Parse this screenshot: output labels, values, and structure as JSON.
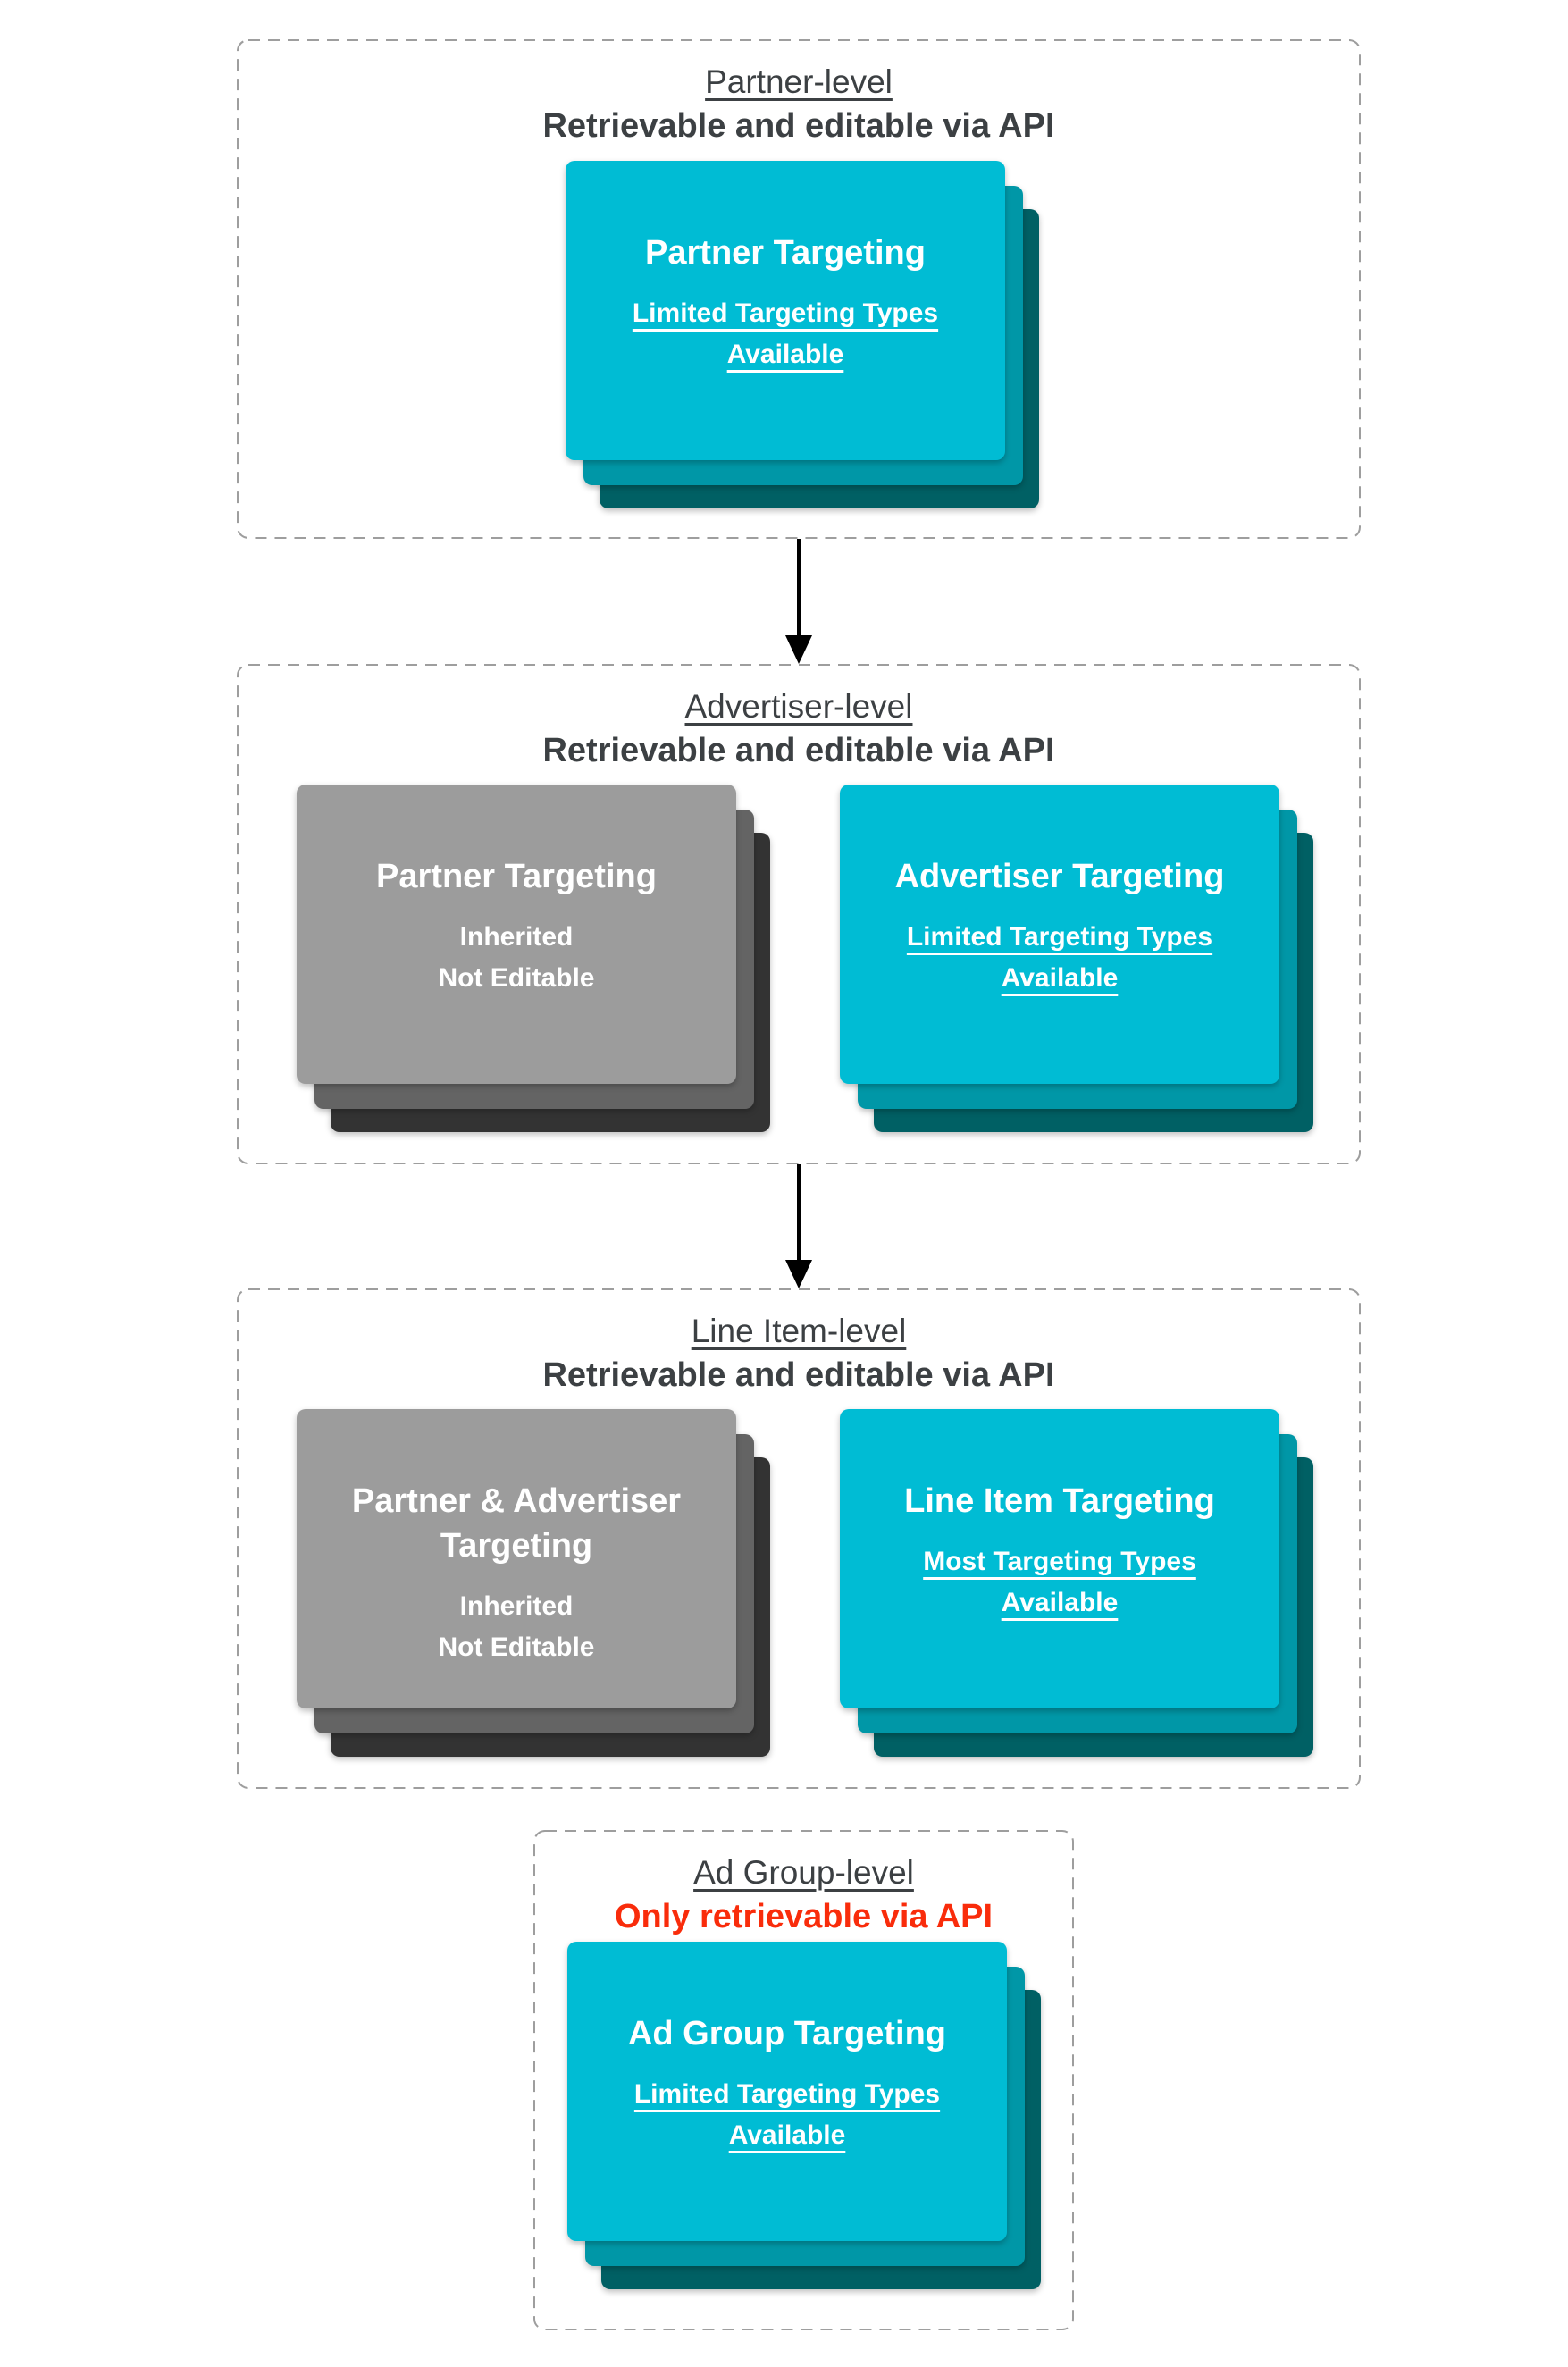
{
  "colors": {
    "teal_front": "#00BCD4",
    "teal_mid": "#0097A7",
    "teal_back": "#006064",
    "gray_front": "#9C9C9C",
    "gray_mid": "#646464",
    "gray_back": "#333333",
    "heading_text": "#3C4043",
    "subtitle_red": "#F92C0B",
    "dashed_border": "#9E9E9E",
    "arrow": "#000000",
    "card_text": "#FFFFFF"
  },
  "sections": [
    {
      "title": "Partner-level",
      "subtitle": "Retrievable and editable via API",
      "cards": [
        {
          "variant": "teal",
          "title_lines": [
            "Partner Targeting"
          ],
          "body_lines": [
            "Limited Targeting Types",
            "Available"
          ],
          "body_underline": true
        }
      ]
    },
    {
      "title": "Advertiser-level",
      "subtitle": "Retrievable and editable via API",
      "cards": [
        {
          "variant": "gray",
          "title_lines": [
            "Partner Targeting"
          ],
          "body_lines": [
            "Inherited",
            "Not Editable"
          ],
          "body_underline": false
        },
        {
          "variant": "teal",
          "title_lines": [
            "Advertiser Targeting"
          ],
          "body_lines": [
            "Limited Targeting Types",
            "Available"
          ],
          "body_underline": true
        }
      ]
    },
    {
      "title": "Line Item-level",
      "subtitle": "Retrievable and editable via API",
      "cards": [
        {
          "variant": "gray",
          "title_lines": [
            "Partner & Advertiser",
            "Targeting"
          ],
          "body_lines": [
            "Inherited",
            "Not Editable"
          ],
          "body_underline": false
        },
        {
          "variant": "teal",
          "title_lines": [
            "Line Item Targeting"
          ],
          "body_lines": [
            "Most Targeting Types",
            "Available"
          ],
          "body_underline": true
        }
      ]
    },
    {
      "title": "Ad Group-level",
      "subtitle": "Only retrievable via API",
      "cards": [
        {
          "variant": "teal",
          "title_lines": [
            "Ad Group Targeting"
          ],
          "body_lines": [
            "Limited Targeting Types",
            "Available"
          ],
          "body_underline": true
        }
      ]
    }
  ]
}
